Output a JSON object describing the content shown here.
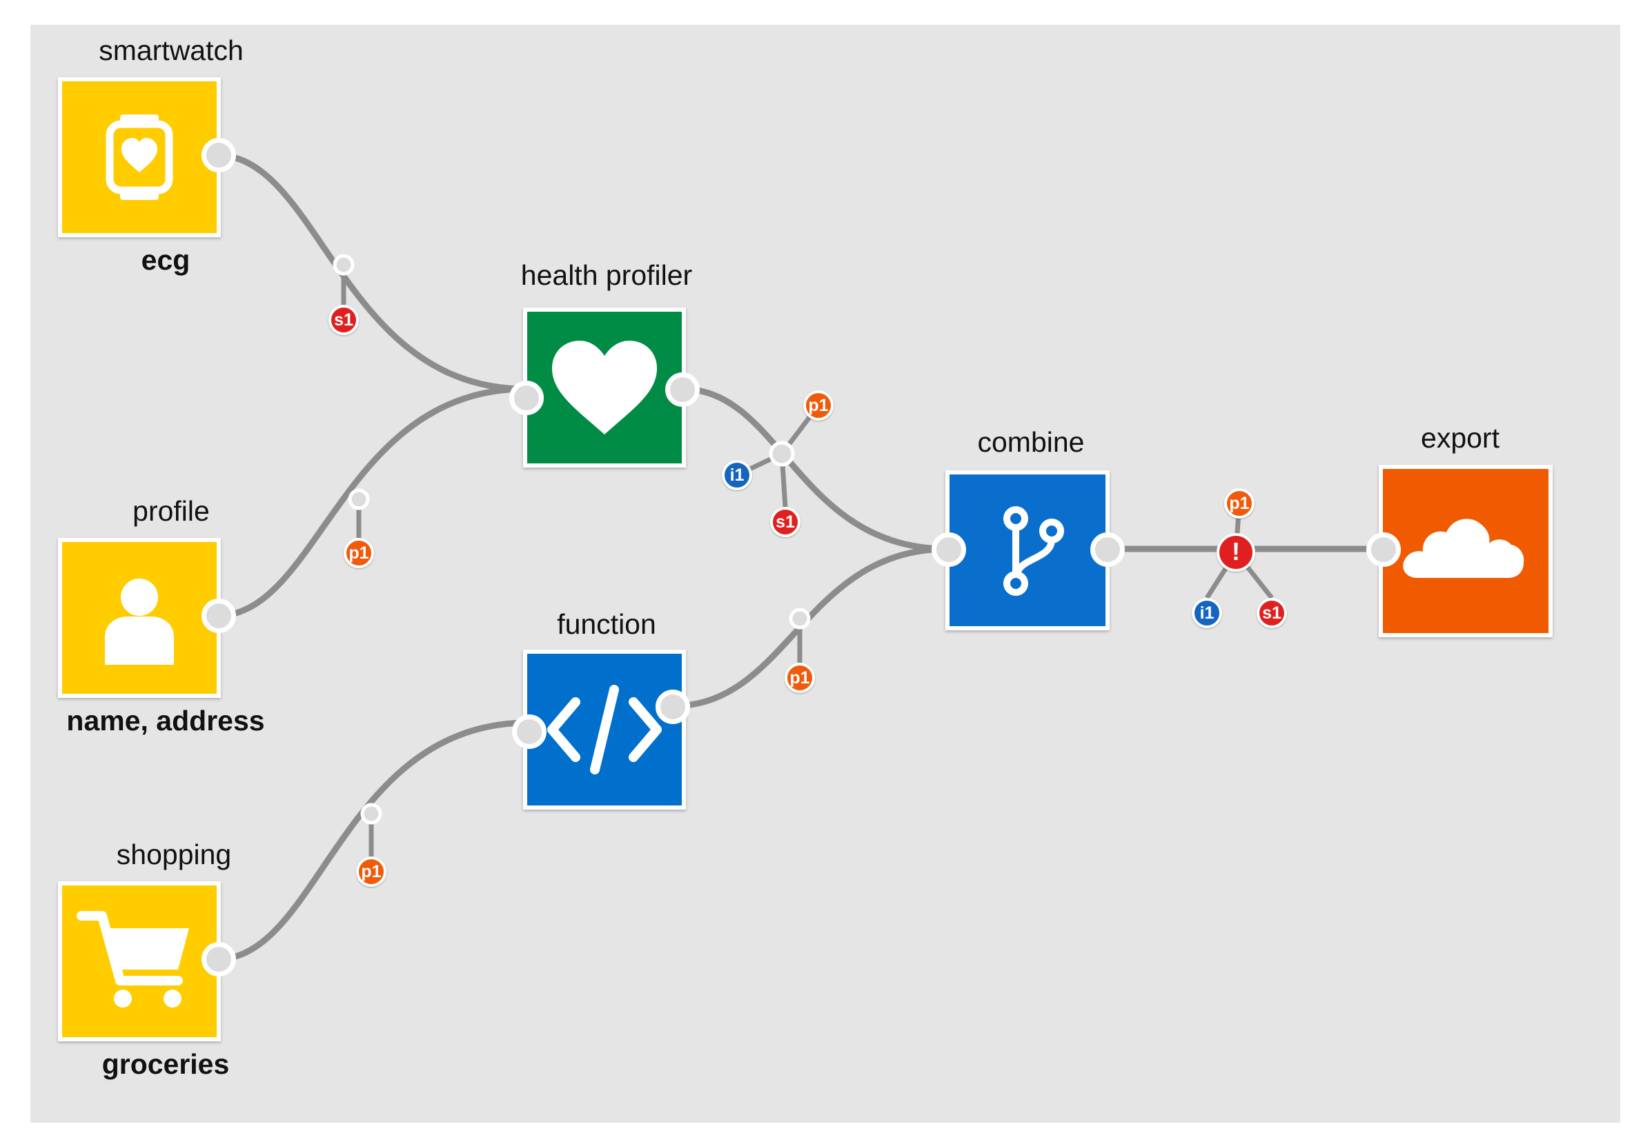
{
  "nodes": {
    "smartwatch": {
      "title": "smartwatch",
      "subtitle": "ecg",
      "color": "#ffcc00",
      "icon": "smartwatch-heart-icon"
    },
    "profile": {
      "title": "profile",
      "subtitle": "name, address",
      "color": "#ffcc00",
      "icon": "user-icon"
    },
    "shopping": {
      "title": "shopping",
      "subtitle": "groceries",
      "color": "#ffcc00",
      "icon": "shopping-cart-icon"
    },
    "health_profiler": {
      "title": "health profiler",
      "color": "#008c45",
      "icon": "heart-icon"
    },
    "function": {
      "title": "function",
      "color": "#0070cc",
      "icon": "code-icon"
    },
    "combine": {
      "title": "combine",
      "color": "#0a6ecc",
      "icon": "merge-branch-icon"
    },
    "export": {
      "title": "export",
      "color": "#f05a00",
      "icon": "cloud-icon"
    }
  },
  "badges": {
    "smartwatch_link": [
      "s1"
    ],
    "profile_link": [
      "p1"
    ],
    "shopping_link": [
      "p1"
    ],
    "health_link": [
      "p1",
      "i1",
      "s1"
    ],
    "function_link": [
      "p1"
    ],
    "combine_link": [
      "p1",
      "i1",
      "s1"
    ],
    "combine_link_alert": "!"
  },
  "badge_colors": {
    "s": "#e02020",
    "p": "#f05a0a",
    "i": "#1565c0"
  },
  "link_color": "#8c8c8c"
}
